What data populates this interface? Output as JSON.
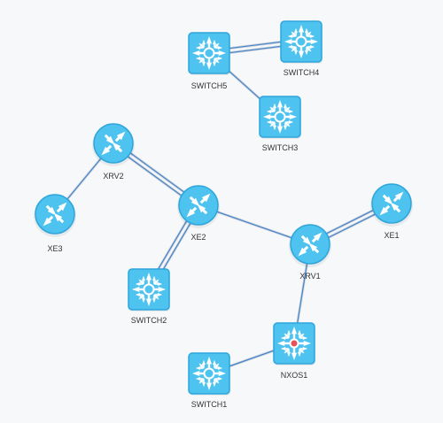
{
  "topology": {
    "colors": {
      "node_fill": "#4ec3f0",
      "node_stroke": "#2fa6db",
      "link": "#4a86c8",
      "link_shadow": "#c7cdd4",
      "glyph": "#ffffff",
      "alert_dot": "#e8505b"
    },
    "nodes": [
      {
        "id": "SWITCH5",
        "label": "SWITCH5",
        "kind": "switch"
      },
      {
        "id": "SWITCH4",
        "label": "SWITCH4",
        "kind": "switch"
      },
      {
        "id": "SWITCH3",
        "label": "SWITCH3",
        "kind": "switch"
      },
      {
        "id": "XRV2",
        "label": "XRV2",
        "kind": "router"
      },
      {
        "id": "XE3",
        "label": "XE3",
        "kind": "router"
      },
      {
        "id": "XE2",
        "label": "XE2",
        "kind": "router"
      },
      {
        "id": "SWITCH2",
        "label": "SWITCH2",
        "kind": "switch"
      },
      {
        "id": "XE1",
        "label": "XE1",
        "kind": "router"
      },
      {
        "id": "XRV1",
        "label": "XRV1",
        "kind": "router"
      },
      {
        "id": "NXOS1",
        "label": "NXOS1",
        "kind": "nexus",
        "alert": true
      },
      {
        "id": "SWITCH1",
        "label": "SWITCH1",
        "kind": "switch"
      }
    ],
    "links": [
      {
        "from": "SWITCH5",
        "to": "SWITCH4",
        "count": 2
      },
      {
        "from": "SWITCH5",
        "to": "SWITCH3",
        "count": 1
      },
      {
        "from": "XRV2",
        "to": "XE3",
        "count": 1
      },
      {
        "from": "XRV2",
        "to": "XE2",
        "count": 2
      },
      {
        "from": "XE2",
        "to": "SWITCH2",
        "count": 2
      },
      {
        "from": "XE2",
        "to": "XRV1",
        "count": 1
      },
      {
        "from": "XRV1",
        "to": "XE1",
        "count": 2
      },
      {
        "from": "XRV1",
        "to": "NXOS1",
        "count": 1
      },
      {
        "from": "NXOS1",
        "to": "SWITCH1",
        "count": 1
      }
    ]
  }
}
